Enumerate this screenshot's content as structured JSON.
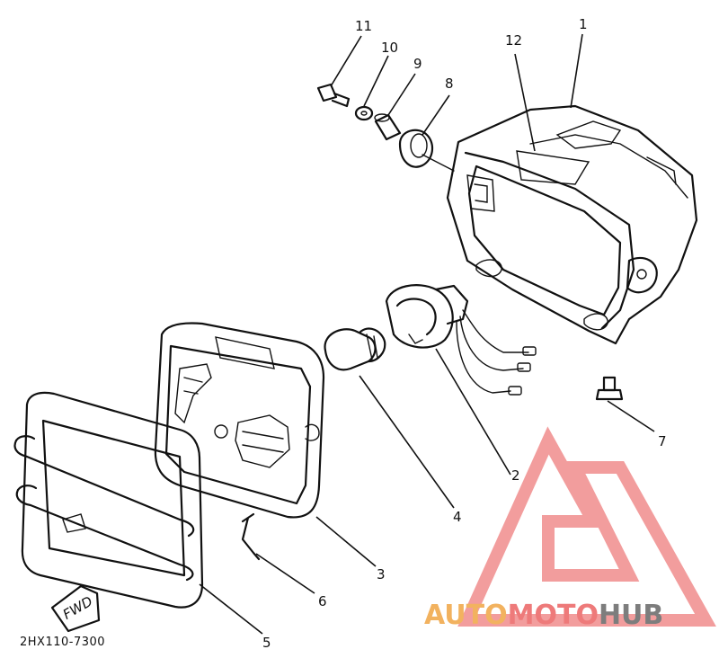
{
  "diagram": {
    "part_code": "2HX110-7300",
    "fwd_label": "FWD",
    "callouts": [
      "1",
      "2",
      "3",
      "4",
      "5",
      "6",
      "7",
      "8",
      "9",
      "10",
      "11",
      "12"
    ]
  },
  "watermark": {
    "part1": "AUTO",
    "part2": "MOTO",
    "part3": "HUB",
    "color_auto": "#f2b25f",
    "color_moto": "#ee7a7a",
    "color_hub": "#7d7d7d",
    "logo_color": "#f08c8c"
  }
}
